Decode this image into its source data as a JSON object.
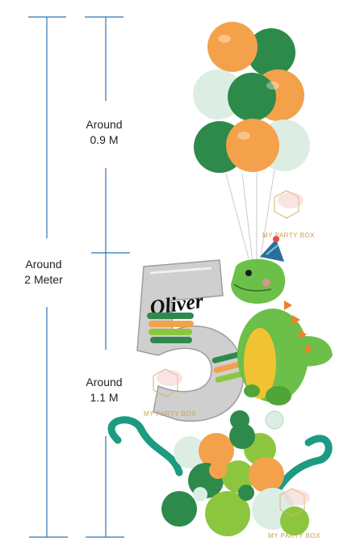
{
  "dimensions": {
    "total": {
      "line1": "Around",
      "line2": "2 Meter"
    },
    "upper": {
      "line1": "Around",
      "line2": "0.9 M"
    },
    "lower": {
      "line1": "Around",
      "line2": "1.1 M"
    }
  },
  "name_on_foil": "Oliver",
  "watermark": "MY PARTY BOX",
  "colors": {
    "dimension_line": "#2e75b6",
    "balloon_orange": "#f4a14b",
    "balloon_dark_green": "#2e8a4a",
    "balloon_mint": "#dceee4",
    "balloon_lime": "#8cc63f",
    "balloon_teal": "#1d9a82",
    "foil_silver": "#c9c9c9",
    "dino_green": "#6cc04a",
    "dino_belly": "#f1c232",
    "dino_spikes": "#f07f2a",
    "party_hat": "#2a6f97"
  }
}
